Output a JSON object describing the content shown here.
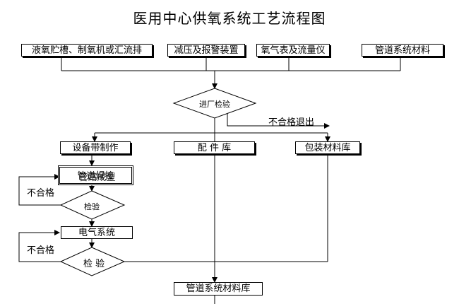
{
  "title": "医用中心供氧系统工艺流程图",
  "top_sources": [
    "液氧贮槽、制氧机或汇流排",
    "减压及报警装置",
    "氧气表及流量仪",
    "管道系统材料"
  ],
  "inspection": "进厂检验",
  "reject": "不合格退出",
  "branches": [
    "设备带制作",
    "配 件 库",
    "包装材料库"
  ],
  "weld_box": {
    "label_a": "管道焊接",
    "label_b": "管路成型"
  },
  "check_1": "检验",
  "fail_1": "不合格",
  "electrical": "电气系统",
  "fail_2": "不合格",
  "check_2": "检  验",
  "warehouse": "管道系统材料库"
}
